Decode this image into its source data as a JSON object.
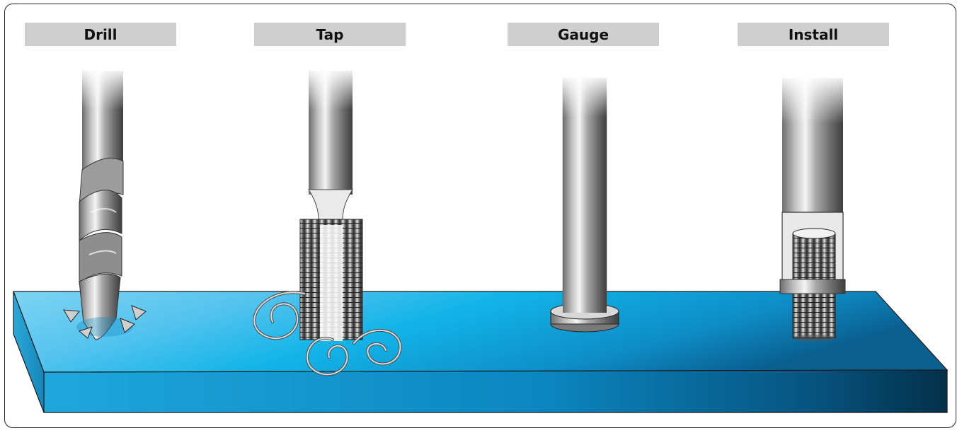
{
  "steps": [
    {
      "label": "Drill"
    },
    {
      "label": "Tap"
    },
    {
      "label": "Gauge"
    },
    {
      "label": "Install"
    }
  ],
  "colors": {
    "block_top_light": "#7fd3f2",
    "block_top_mid": "#12b4e8",
    "block_top_dark": "#0a6fa6",
    "block_front_light": "#1aa6dc",
    "block_front_dark": "#04334f",
    "label_bg": "#cfcfcf"
  }
}
